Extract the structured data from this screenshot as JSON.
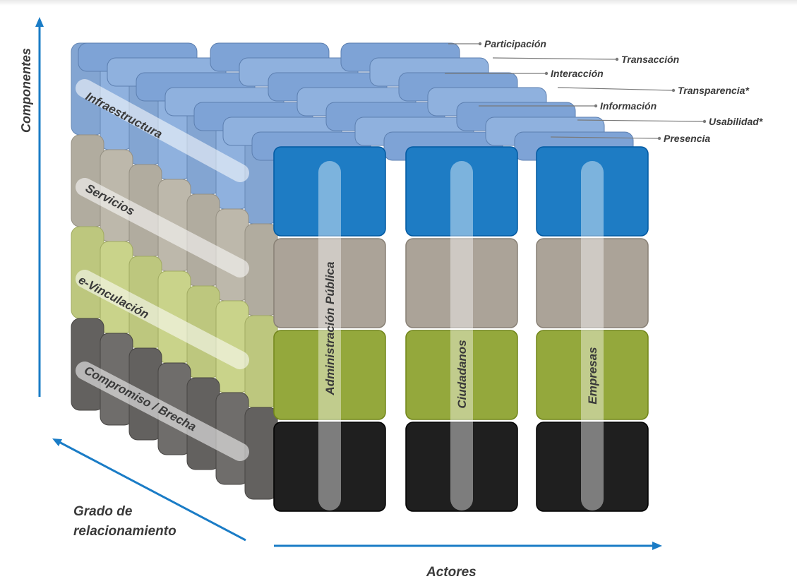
{
  "axes": {
    "vertical_label": "Componentes",
    "depth_label_line1": "Grado de",
    "depth_label_line2": "relacionamiento",
    "horizontal_label": "Actores"
  },
  "layers": [
    {
      "label": "Infraestructura",
      "color": "#8fb1de",
      "front_color": "#1e7cc4"
    },
    {
      "label": "Servicios",
      "color": "#bdb8ab",
      "front_color": "#aba398"
    },
    {
      "label": "e-Vinculación",
      "color": "#c9d38a",
      "front_color": "#94a83c"
    },
    {
      "label": "Compromiso / Brecha",
      "color": "#6f6d6b",
      "front_color": "#1f1f1f"
    }
  ],
  "actors": [
    {
      "label": "Administración Pública"
    },
    {
      "label": "Ciudadanos"
    },
    {
      "label": "Empresas"
    }
  ],
  "depth_levels": [
    {
      "label": "Participación"
    },
    {
      "label": "Transacción"
    },
    {
      "label": "Interacción"
    },
    {
      "label": "Transparencia*"
    },
    {
      "label": "Información"
    },
    {
      "label": "Usabilidad*"
    },
    {
      "label": "Presencia"
    }
  ],
  "colors": {
    "arrow": "#1a7cc6",
    "label_text": "#3a3a3a",
    "leader_line": "#7a7a7a"
  }
}
